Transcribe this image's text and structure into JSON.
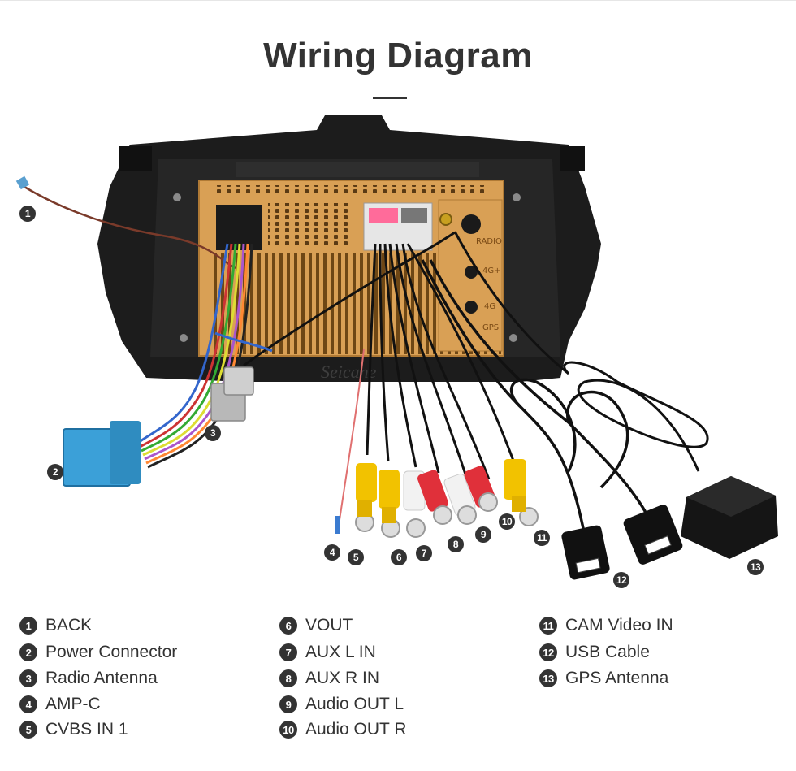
{
  "title": "Wiring Diagram",
  "watermark": "Seicane",
  "panel_labels": [
    "RADIO",
    "4G+",
    "4G",
    "GPS"
  ],
  "colors": {
    "title": "#333333",
    "badge": "#333333",
    "housing": "#1c1c1c",
    "board": "#d9a055",
    "rca_yellow": "#f2c200",
    "rca_red": "#e0303a",
    "rca_white": "#f2f2f2",
    "power_connector": "#3ba0d8",
    "radio_connector": "#b8b8b8",
    "usb": "#111111"
  },
  "callouts": [
    "1",
    "2",
    "3",
    "4",
    "5",
    "6",
    "7",
    "8",
    "9",
    "10",
    "11",
    "12",
    "13"
  ],
  "legend": [
    {
      "num": "1",
      "label": "BACK"
    },
    {
      "num": "2",
      "label": "Power Connector"
    },
    {
      "num": "3",
      "label": "Radio Antenna"
    },
    {
      "num": "4",
      "label": "AMP-C"
    },
    {
      "num": "5",
      "label": "CVBS IN 1"
    },
    {
      "num": "6",
      "label": "VOUT"
    },
    {
      "num": "7",
      "label": "AUX L IN"
    },
    {
      "num": "8",
      "label": "AUX R IN"
    },
    {
      "num": "9",
      "label": "Audio OUT L"
    },
    {
      "num": "10",
      "label": "Audio OUT R"
    },
    {
      "num": "11",
      "label": "CAM Video IN"
    },
    {
      "num": "12",
      "label": "USB Cable"
    },
    {
      "num": "13",
      "label": "GPS Antenna"
    }
  ]
}
